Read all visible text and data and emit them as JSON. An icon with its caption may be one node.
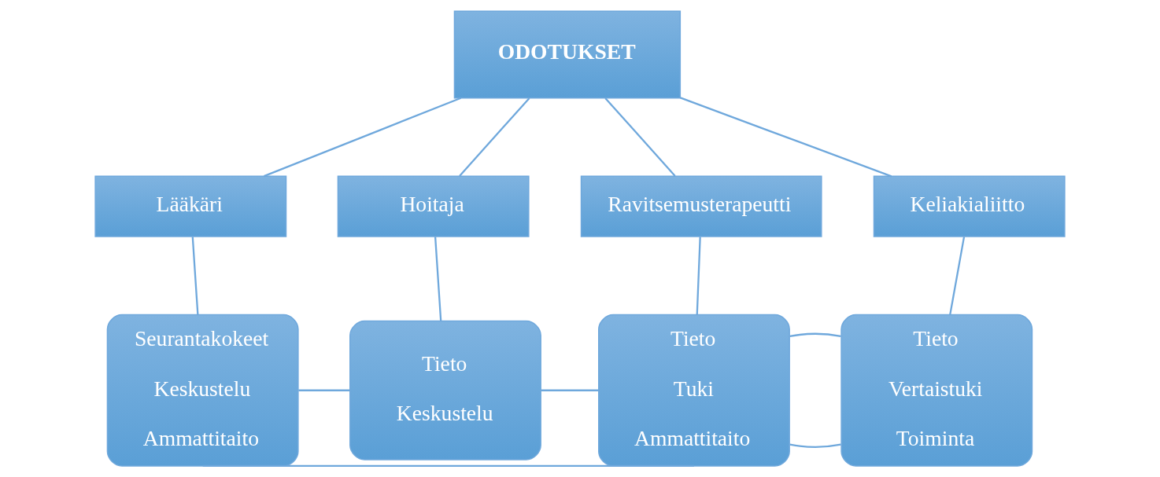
{
  "diagram": {
    "nodes": [
      {
        "text": [
          "ODOTUKSET"
        ]
      },
      {
        "text": [
          "Lääkäri"
        ]
      },
      {
        "text": [
          "Hoitaja"
        ]
      },
      {
        "text": [
          "Ravitsemusterapeutti"
        ]
      },
      {
        "text": [
          "Keliakialiitto"
        ]
      },
      {
        "text": [
          "Seurantakokeet",
          "Keskustelu",
          "Ammattitaito"
        ]
      },
      {
        "text": [
          "Tieto",
          "Keskustelu"
        ]
      },
      {
        "text": [
          "Tieto",
          "Tuki",
          "Ammattitaito"
        ]
      },
      {
        "text": [
          "Tieto",
          "Vertaistuki",
          "Toiminta"
        ]
      }
    ],
    "edges": [
      {
        "from": 0,
        "to": 1,
        "arrow": "none"
      },
      {
        "from": 0,
        "to": 2,
        "arrow": "none"
      },
      {
        "from": 0,
        "to": 3,
        "arrow": "none"
      },
      {
        "from": 0,
        "to": 4,
        "arrow": "none"
      },
      {
        "from": 1,
        "to": 5,
        "arrow": "none"
      },
      {
        "from": 2,
        "to": 6,
        "arrow": "none"
      },
      {
        "from": 3,
        "to": 7,
        "arrow": "none"
      },
      {
        "from": 4,
        "to": 8,
        "arrow": "none"
      },
      {
        "from": 5,
        "to": 6,
        "arrow": "none"
      },
      {
        "from": 6,
        "to": 7,
        "arrow": "none"
      },
      {
        "from": 7,
        "to": 8,
        "arrow": "none"
      },
      {
        "from": 7,
        "to": 8,
        "arrow": "none"
      },
      {
        "from": 5,
        "to": 7,
        "arrow": "none"
      }
    ]
  }
}
